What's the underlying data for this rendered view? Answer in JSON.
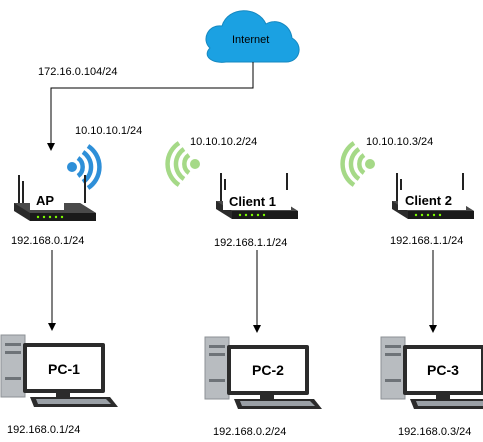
{
  "cloud": {
    "label": "Internet",
    "fill": "#1ba1e2"
  },
  "wan_ip": "172.16.0.104/24",
  "routers": [
    {
      "name": "AP",
      "wifi_ip": "10.10.10.1/24",
      "lan_ip": "192.168.0.1/24"
    },
    {
      "name": "Client 1",
      "wifi_ip": "10.10.10.2/24",
      "lan_ip": "192.168.1.1/24"
    },
    {
      "name": "Client 2",
      "wifi_ip": "10.10.10.3/24",
      "lan_ip": "192.168.1.1/24"
    }
  ],
  "pcs": [
    {
      "name": "PC-1",
      "ip": "192.168.0.1/24"
    },
    {
      "name": "PC-2",
      "ip": "192.168.0.2/24"
    },
    {
      "name": "PC-3",
      "ip": "192.168.0.3/24"
    }
  ],
  "colors": {
    "wifi_ap": "#2e8fd8",
    "wifi_client": "#a5d987",
    "pc_body": "#b8bcc0"
  }
}
